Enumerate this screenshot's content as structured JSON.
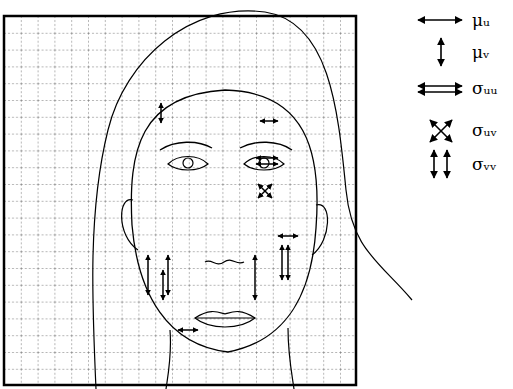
{
  "diagram": {
    "legend": [
      {
        "text": "μᵤ"
      },
      {
        "text": "μᵥ"
      },
      {
        "text": "σᵤᵤ"
      },
      {
        "text": "σᵤᵥ"
      },
      {
        "text": "σᵥᵥ"
      }
    ]
  }
}
